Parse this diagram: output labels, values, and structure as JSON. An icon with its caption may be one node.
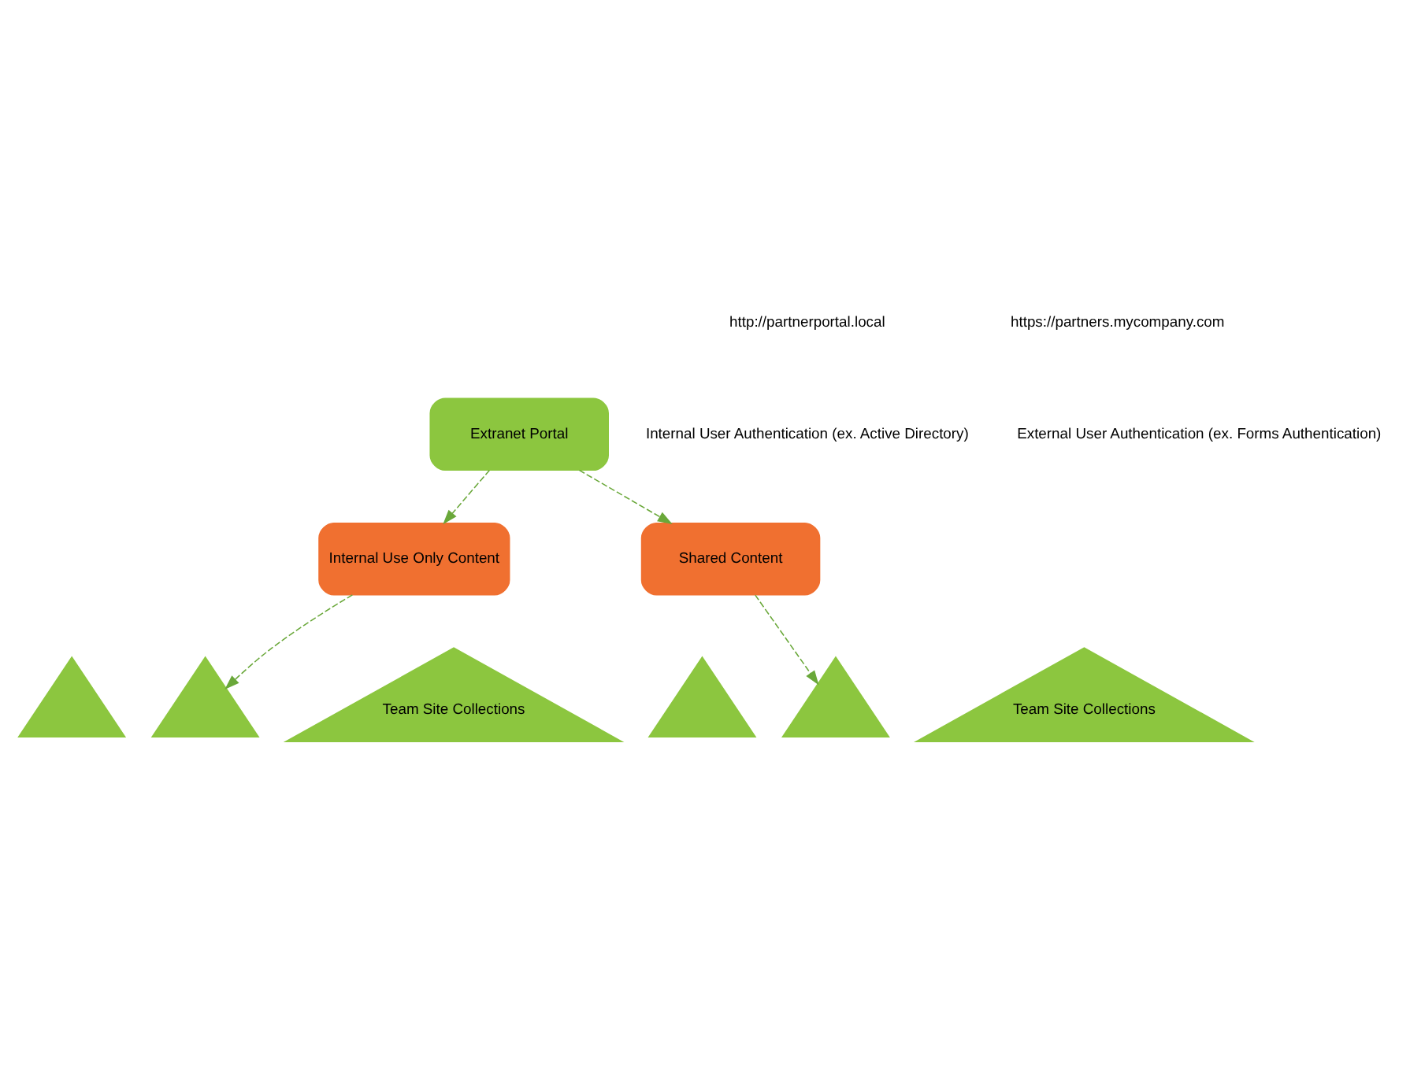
{
  "diagram": {
    "nodes": [
      {
        "text": [
          "Extranet Portal"
        ]
      },
      {
        "text": [
          "Internal Use Only Content"
        ]
      },
      {
        "text": [
          "Shared Content"
        ]
      },
      {
        "text": [],
        "shape": "triangle"
      },
      {
        "text": [],
        "shape": "triangle"
      },
      {
        "text": [
          "Team Site Collections"
        ]
      },
      {
        "text": [],
        "shape": "triangle"
      },
      {
        "text": [],
        "shape": "triangle"
      },
      {
        "text": [
          "Team Site Collections"
        ]
      }
    ],
    "edges": [
      {
        "from": 0,
        "to": 1,
        "arrow": "to",
        "style": "dashed"
      },
      {
        "from": 0,
        "to": 2,
        "arrow": "to",
        "style": "dashed"
      },
      {
        "from": 1,
        "to": 4,
        "arrow": "to",
        "style": "dashed"
      },
      {
        "from": 2,
        "to": 7,
        "arrow": "to",
        "style": "dashed"
      }
    ],
    "labels": [
      "http://partnerportal.local",
      "https://partners.mycompany.com",
      "Internal User Authentication (ex. Active Directory)",
      "External User Authentication (ex. Forms Authentication)"
    ]
  }
}
